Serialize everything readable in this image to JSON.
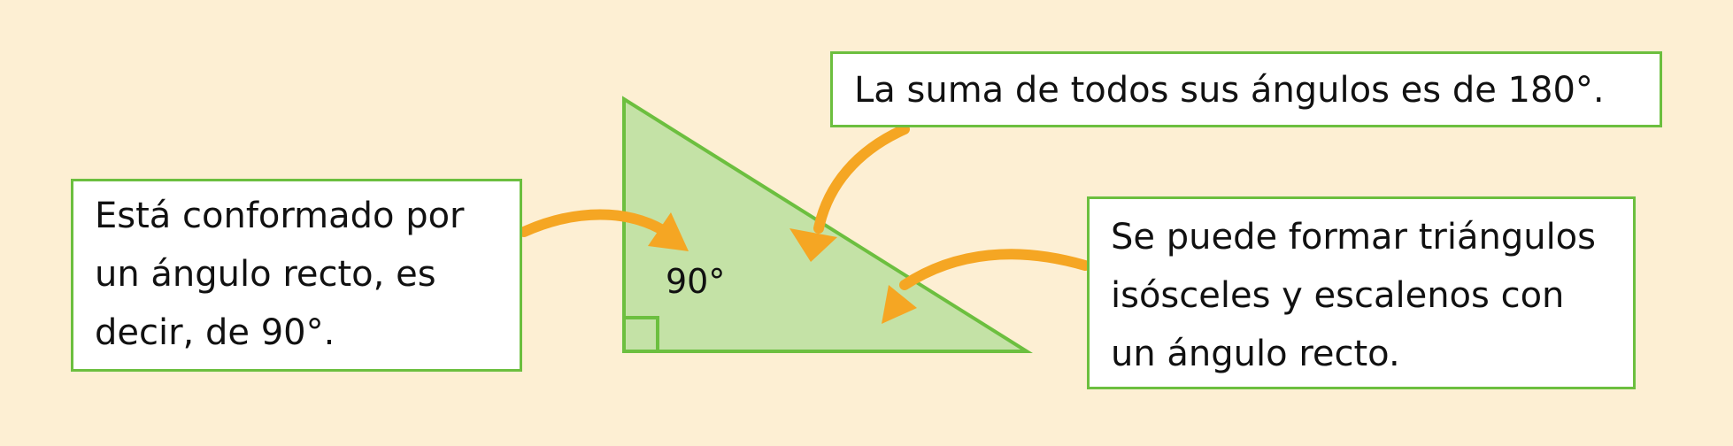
{
  "colors": {
    "background": "#fdefd3",
    "triangle_fill": "#c4e2a6",
    "border_green": "#6cbf3f",
    "arrow_orange": "#f5a623"
  },
  "triangle": {
    "angle_label": "90°"
  },
  "boxes": {
    "left": "Está conformado por un ángulo recto, es decir, de 90°.",
    "top": "La suma de todos sus ángulos es de 180°.",
    "right": "Se puede formar triángulos isósceles y escalenos con un ángulo recto."
  },
  "arrows": [
    "arrow-icon",
    "arrow-icon",
    "arrow-icon"
  ]
}
